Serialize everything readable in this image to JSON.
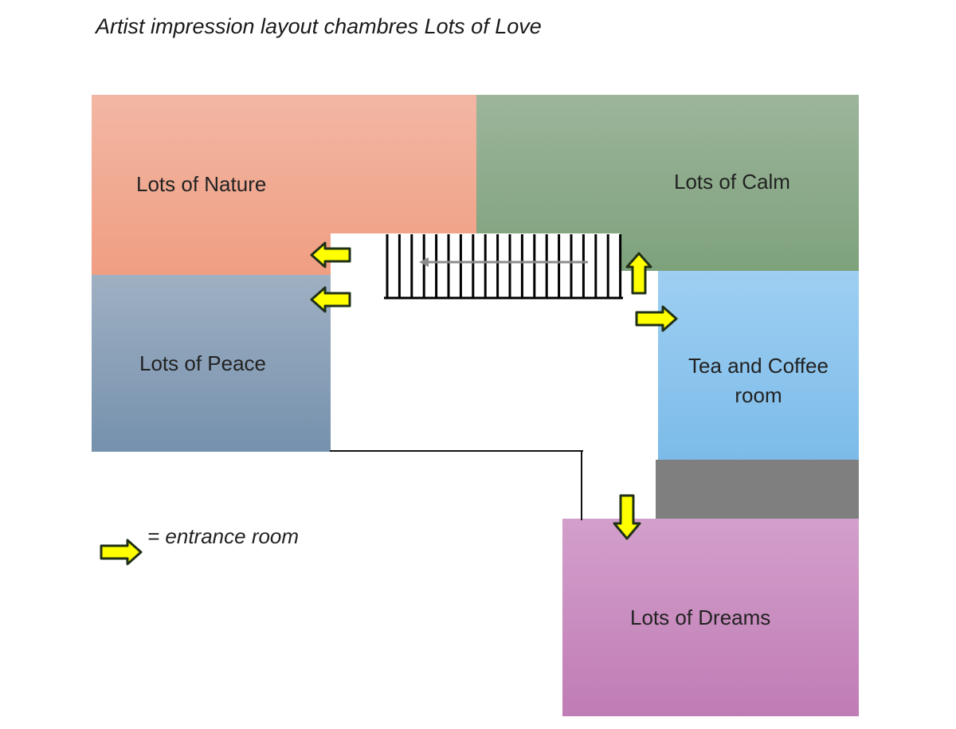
{
  "title": "Artist impression layout chambres Lots of Love",
  "rooms": {
    "nature": "Lots of Nature",
    "calm": "Lots of Calm",
    "peace": "Lots of Peace",
    "tea_line1": "Tea and Coffee",
    "tea_line2": "room",
    "dreams": "Lots of Dreams"
  },
  "legend": {
    "text": "= entrance room",
    "icon": "yellow-arrow-icon"
  },
  "colors": {
    "nature": "#f09e82",
    "calm": "#7ea27c",
    "peace": "#7591ad",
    "tea": "#7cbbe9",
    "dreams": "#c07cb5",
    "corridor_block": "#7f7f7f",
    "entrance_arrow": "#ffff00"
  }
}
